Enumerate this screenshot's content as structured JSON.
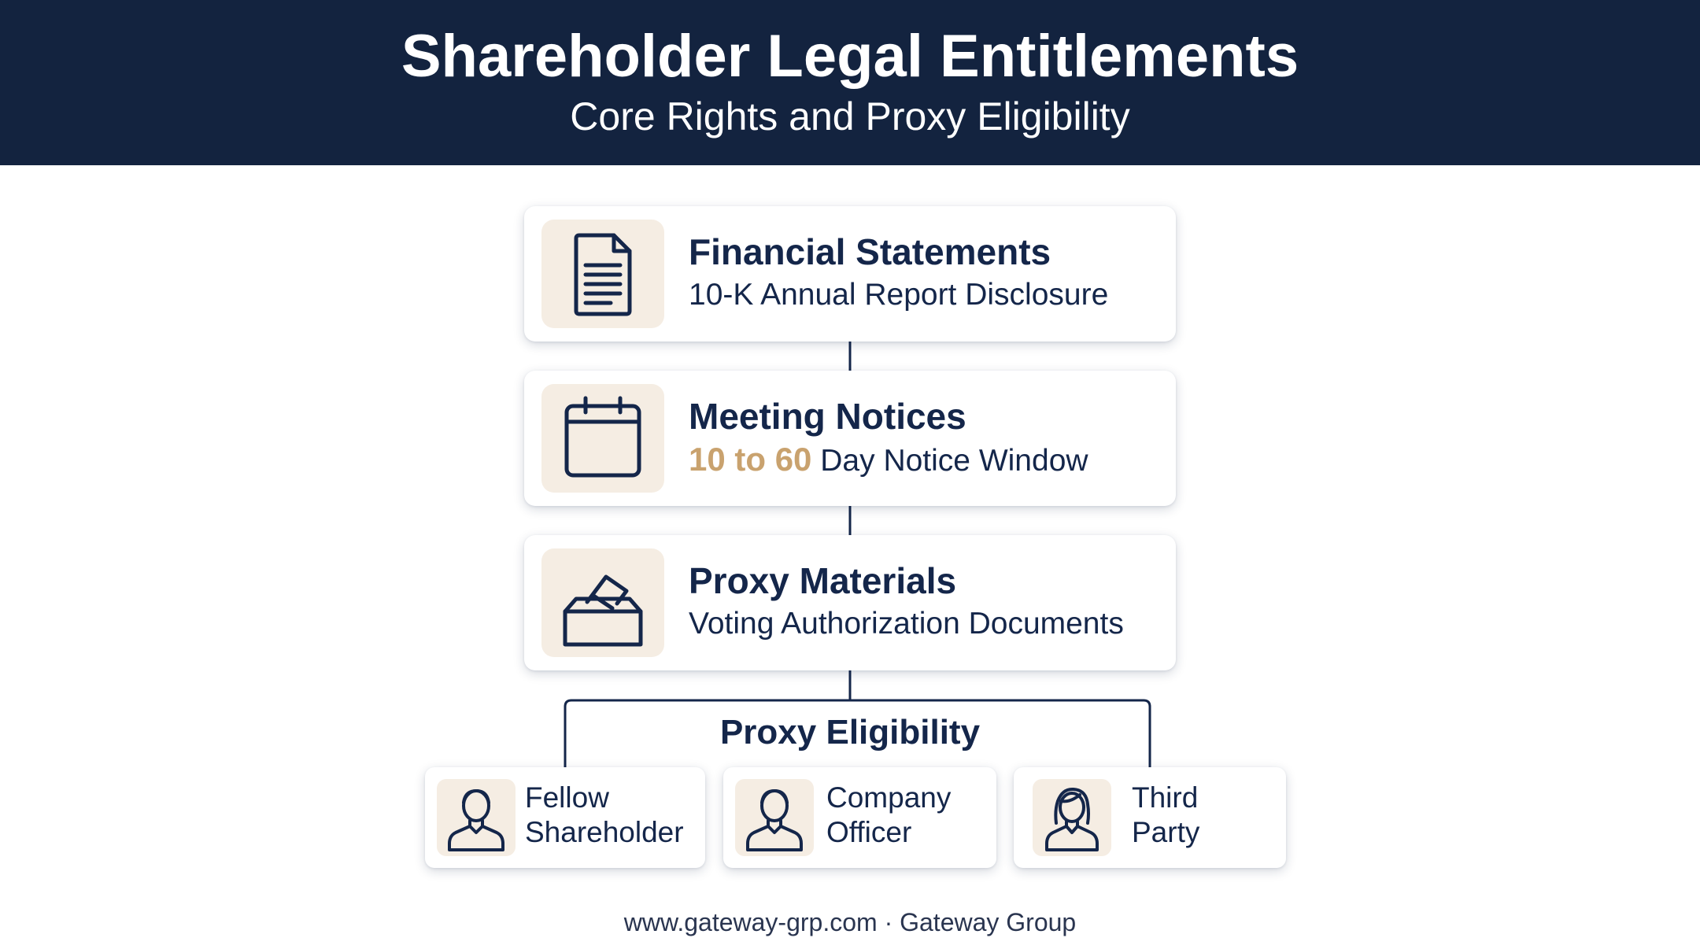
{
  "header": {
    "title": "Shareholder Legal Entitlements",
    "subtitle": "Core Rights and Proxy Eligibility"
  },
  "rights": [
    {
      "icon": "document-icon",
      "title": "Financial Statements",
      "subtitle": "10-K Annual Report Disclosure"
    },
    {
      "icon": "calendar-icon",
      "title": "Meeting Notices",
      "subtitle_highlight": "10 to 60",
      "subtitle_rest": "Day Notice Window"
    },
    {
      "icon": "ballot-box-icon",
      "title": "Proxy Materials",
      "subtitle": "Voting Authorization Documents"
    }
  ],
  "eligibility": {
    "title": "Proxy Eligibility",
    "items": [
      {
        "icon": "person-icon",
        "line1": "Fellow",
        "line2": "Shareholder"
      },
      {
        "icon": "person-icon",
        "line1": "Company",
        "line2": "Officer"
      },
      {
        "icon": "person-female-icon",
        "line1": "Third",
        "line2": "Party"
      }
    ]
  },
  "footer": {
    "text": "www.gateway-grp.com · Gateway Group"
  },
  "colors": {
    "header_bg": "#13233f",
    "text_navy": "#14264a",
    "accent_gold": "#c9a26e",
    "icon_bg": "#f5ede3"
  }
}
